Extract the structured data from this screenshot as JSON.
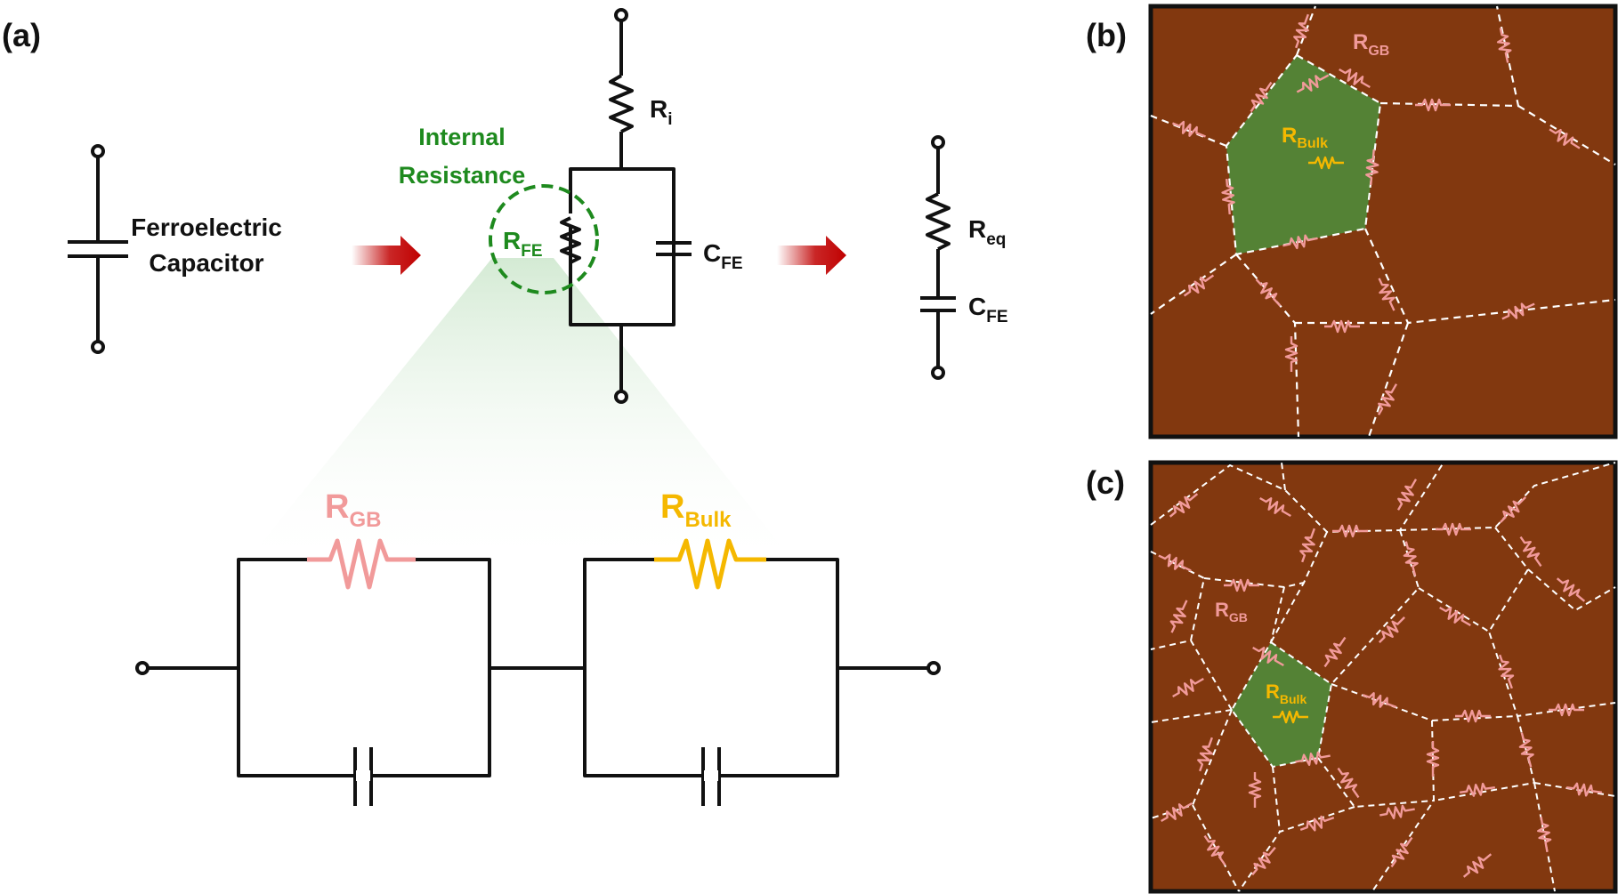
{
  "panels": {
    "a": "(a)",
    "b": "(b)",
    "c": "(c)"
  },
  "labels": {
    "ferroelectric_line1": "Ferroelectric",
    "ferroelectric_line2": "Capacitor",
    "internal_line1": "Internal",
    "internal_line2": "Resistance",
    "r_main": "R",
    "r_i_sub": "i",
    "r_fe_sub": "FE",
    "c_main": "C",
    "c_fe_sub": "FE",
    "r_eq_sub": "eq",
    "gb_sub": "GB",
    "bulk_sub": "Bulk"
  },
  "colors": {
    "wire": "#111111",
    "arrow": "#c00000",
    "internal_green": "#1e8a1e",
    "gb_pink": "#f19a9a",
    "bulk_yellow": "#f5b800",
    "grain_brown": "#82380f",
    "grain_green": "#548235",
    "boundary": "#ffffff"
  }
}
